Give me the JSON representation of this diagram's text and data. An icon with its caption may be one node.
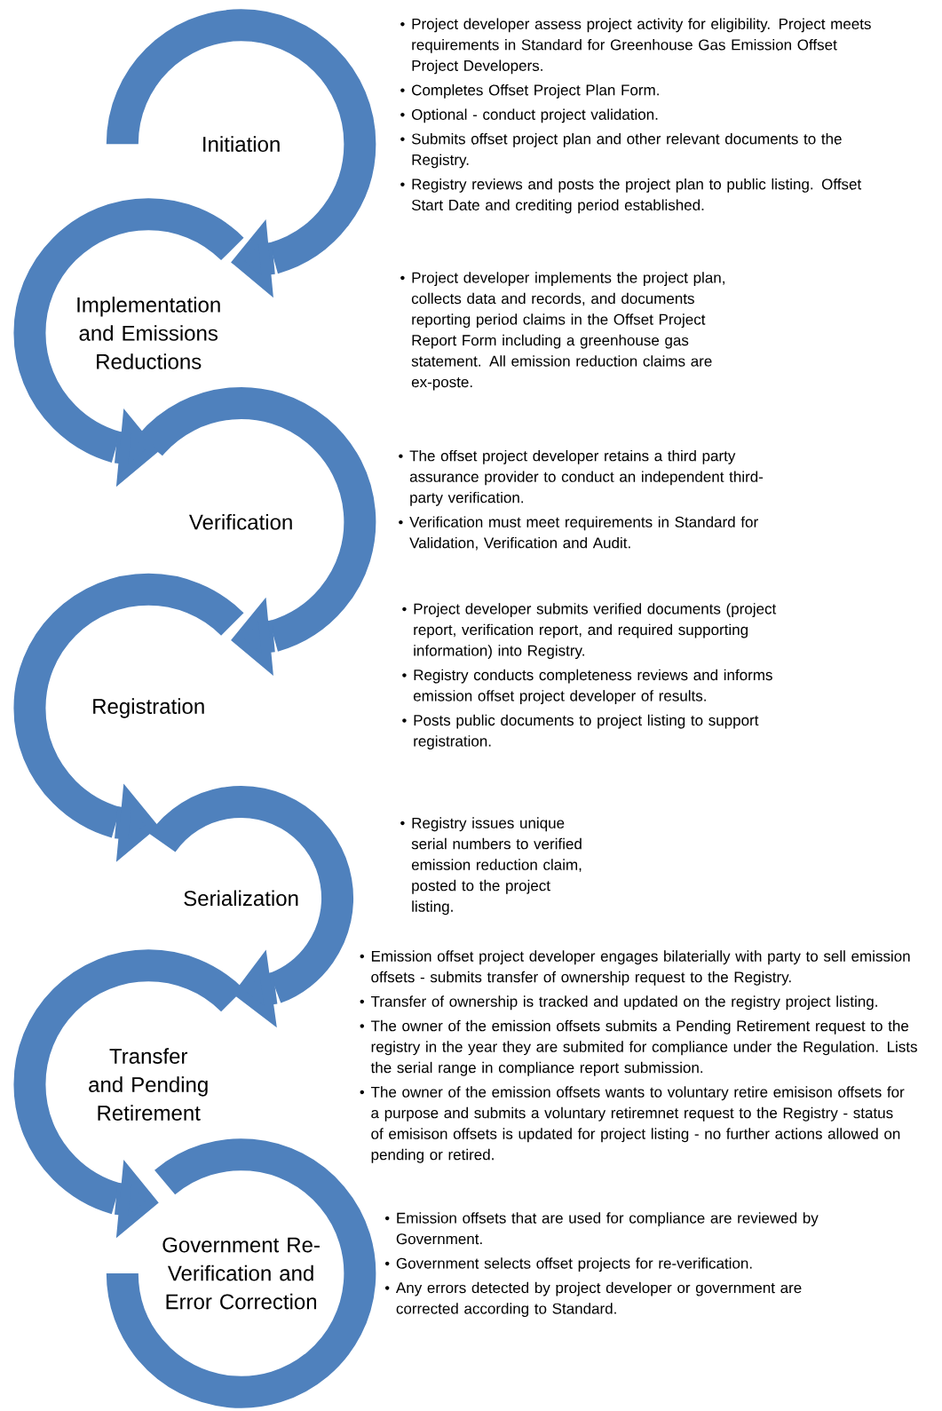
{
  "diagram": {
    "nodes": [
      {
        "text": [
          "Initiation"
        ]
      },
      {
        "text": [
          "Implementation and Emissions Reductions"
        ]
      },
      {
        "text": [
          "Verification"
        ]
      },
      {
        "text": [
          "Registration"
        ]
      },
      {
        "text": [
          "Serialization"
        ]
      },
      {
        "text": [
          "Transfer and Pending Retirement"
        ]
      },
      {
        "text": [
          "Government Re-Verification and Error Correction"
        ]
      }
    ],
    "edges": [
      {
        "from": 0,
        "to": 1,
        "arrow": "to"
      },
      {
        "from": 1,
        "to": 2,
        "arrow": "to"
      },
      {
        "from": 2,
        "to": 3,
        "arrow": "to"
      },
      {
        "from": 3,
        "to": 4,
        "arrow": "to"
      },
      {
        "from": 4,
        "to": 5,
        "arrow": "to"
      },
      {
        "from": 5,
        "to": 6,
        "arrow": "to"
      }
    ],
    "labels": [
      "Project developer assess project activity for eligibility. Project meets requirements in Standard for Greenhouse Gas Emission Offset Project Developers.",
      "Completes Offset Project Plan Form.",
      "Optional - conduct project validation.",
      "Submits offset project plan and other relevant documents to the Registry.",
      "Registry reviews and posts the project plan to public listing. Offset Start Date and crediting period established.",
      "Project developer implements the project plan, collects data and records, and documents reporting period claims in the Offset Project Report Form including a greenhouse gas statement. All emission reduction claims are ex-poste.",
      "The offset project developer retains a third party assurance provider to conduct an independent third-party verification.",
      "Verification must meet requirements in Standard for Validation, Verification and Audit.",
      "Project developer submits verified documents (project report, verification report, and required supporting information) into Registry.",
      "Registry conducts completeness reviews and informs emission offset project developer of results.",
      "Posts public documents to project listing to support registration.",
      "Registry issues unique serial numbers to verified emission reduction claim, posted to the project listing.",
      "Emission offset project developer engages bilaterially with party to sell emission offsets - submits transfer of ownership request to the Registry.",
      "Transfer of ownership is tracked and updated on the registry project listing.",
      "The owner of the emission offsets submits a Pending Retirement request to the registry in the year they are submited for compliance under the Regulation. Lists the serial range in compliance report submission.",
      "The owner of the emission offsets wants to voluntary retire emisison offsets for a purpose and submits a voluntary retiremnet request to the Registry - status of emisison offsets is updated for project listing - no further actions allowed on pending or retired.",
      "Emission offsets that are used for compliance are reviewed by Government.",
      "Government selects offset projects for re-verification.",
      "Any errors detected by project developer or government are corrected according to Standard."
    ]
  }
}
